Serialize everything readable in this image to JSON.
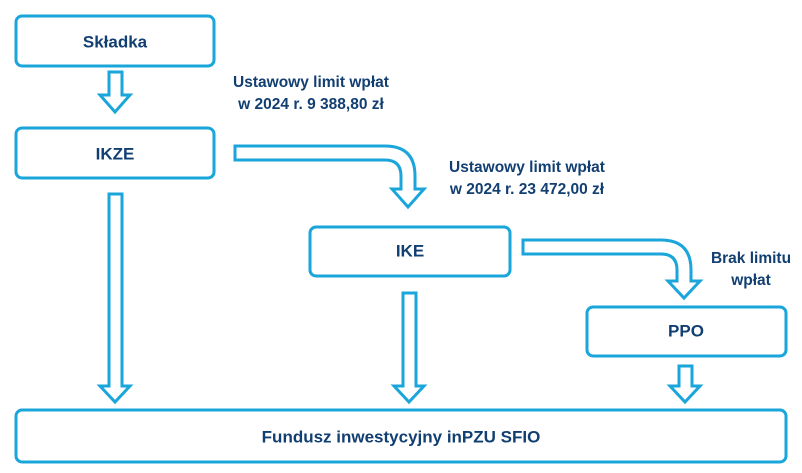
{
  "colors": {
    "stroke": "#1ba6db",
    "text": "#123f72",
    "background": "#ffffff"
  },
  "nodes": {
    "skladka": "Składka",
    "ikze": "IKZE",
    "ike": "IKE",
    "ppo": "PPO",
    "fund": "Fundusz inwestycyjny inPZU SFIO"
  },
  "notes": {
    "ikze_limit": [
      "Ustawowy limit wpłat",
      "w 2024 r. 9 388,80 zł"
    ],
    "ike_limit": [
      "Ustawowy limit wpłat",
      "w 2024 r. 23 472,00 zł"
    ],
    "ppo_limit": [
      "Brak limitu",
      "wpłat"
    ]
  }
}
